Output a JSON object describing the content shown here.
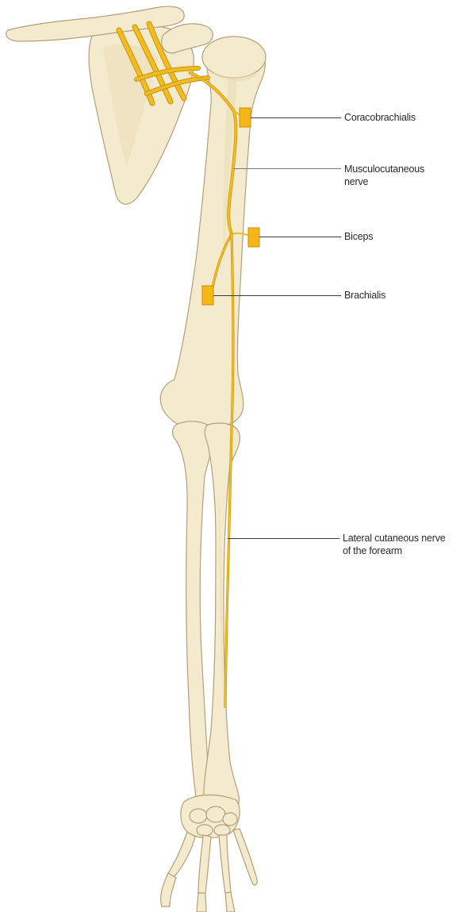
{
  "labels": {
    "coracobrachialis": "Coracobrachialis",
    "musculocutaneous_line1": "Musculocutaneous",
    "musculocutaneous_line2": "nerve",
    "biceps": "Biceps",
    "brachialis": "Brachialis",
    "lateral_line1": "Lateral cutaneous nerve",
    "lateral_line2": "of the forearm"
  },
  "colors": {
    "bone_fill": "#f4ebcf",
    "bone_outline": "#b39f78",
    "nerve": "#f2bb1e",
    "muscle_marker": "#f6b614",
    "leader_line": "#3a3a3a"
  }
}
